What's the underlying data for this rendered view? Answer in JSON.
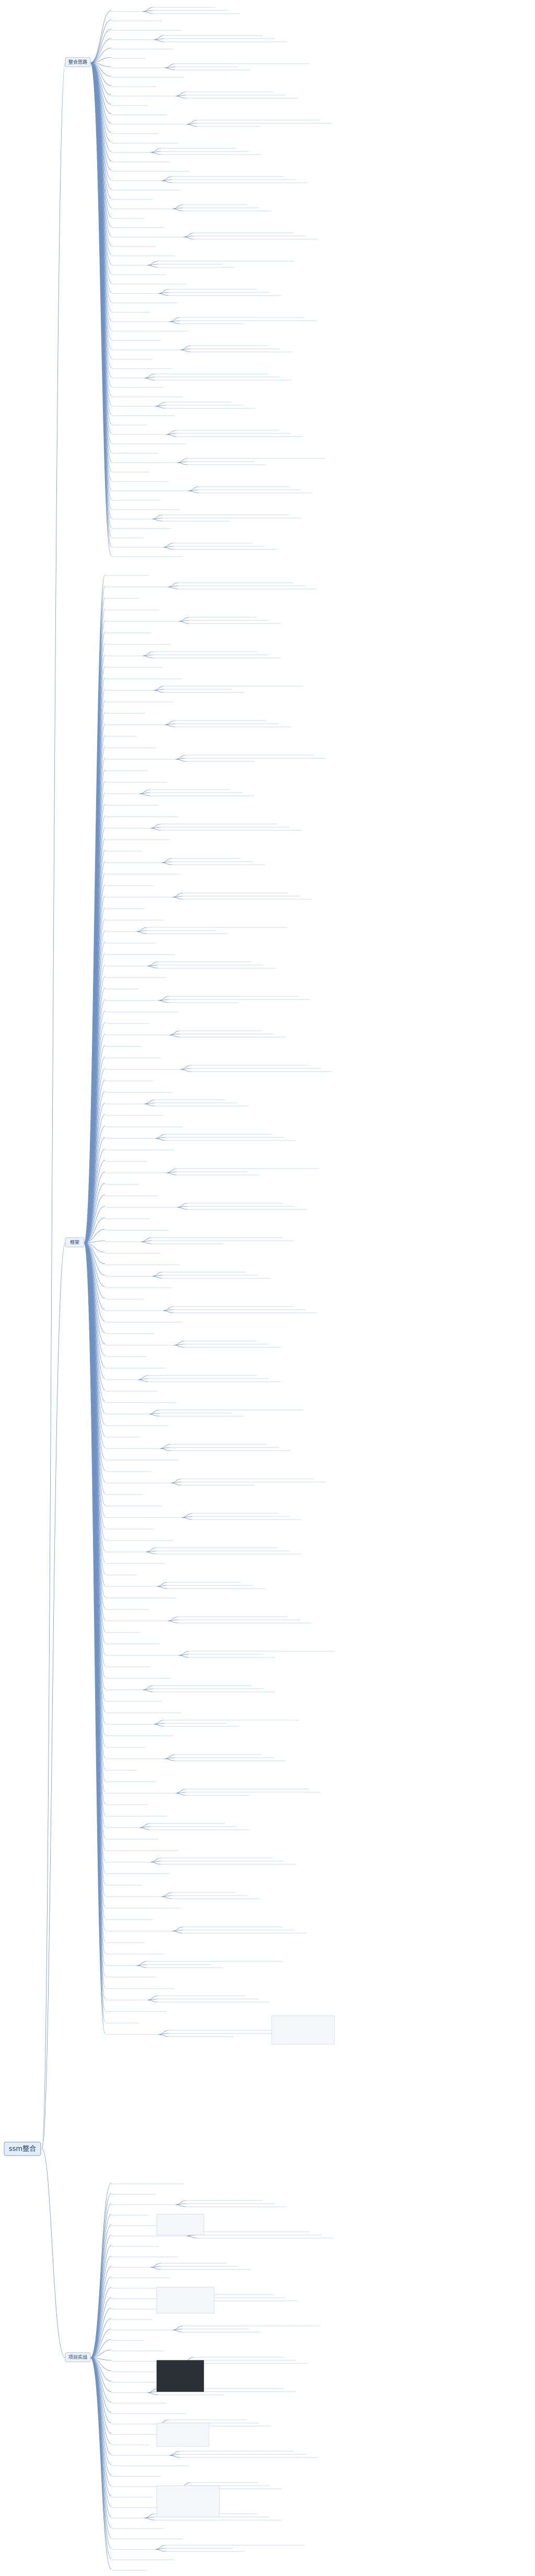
{
  "root": {
    "label": "ssm整合"
  },
  "branches": [
    {
      "label": "整合思路"
    },
    {
      "label": "框架"
    },
    {
      "label": "项目实战"
    }
  ],
  "colors": {
    "edge": "#6f93c6",
    "root_fill": "#e3ecf7",
    "text": "#333333"
  }
}
